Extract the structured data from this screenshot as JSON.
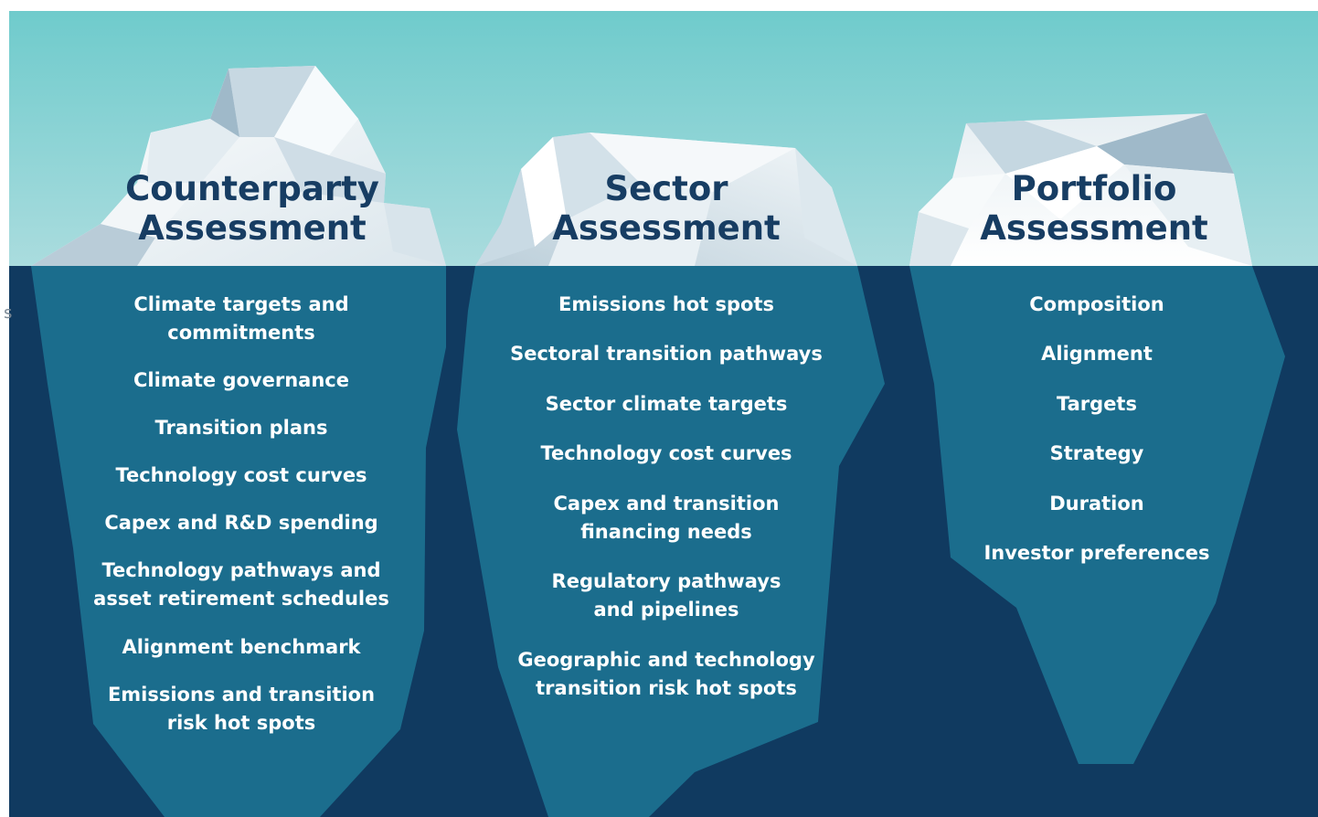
{
  "colors": {
    "sky_top": "#6fcbcc",
    "sky_bottom": "#a9dcdd",
    "deep_water": "#103a60",
    "underwater_ice": "#1b6d8d",
    "title_color": "#173d63",
    "item_text": "#ffffff"
  },
  "stray_char": "s",
  "icebergs": [
    {
      "title": "Counterparty\nAssessment",
      "items": [
        "Climate targets and\ncommitments",
        "Climate governance",
        "Transition plans",
        "Technology cost curves",
        "Capex and R&D spending",
        "Technology pathways and\nasset retirement schedules",
        "Alignment benchmark",
        "Emissions and transition\nrisk hot spots"
      ]
    },
    {
      "title": "Sector\nAssessment",
      "items": [
        "Emissions hot spots",
        "Sectoral transition pathways",
        "Sector climate targets",
        "Technology cost curves",
        "Capex and transition\n   financing needs",
        "Regulatory pathways\n   and pipelines",
        "Geographic and technology\n   transition risk hot spots"
      ]
    },
    {
      "title": "Portfolio\nAssessment",
      "items": [
        "Composition",
        "Alignment",
        "Targets",
        "Strategy",
        "Duration",
        "Investor preferences"
      ]
    }
  ]
}
